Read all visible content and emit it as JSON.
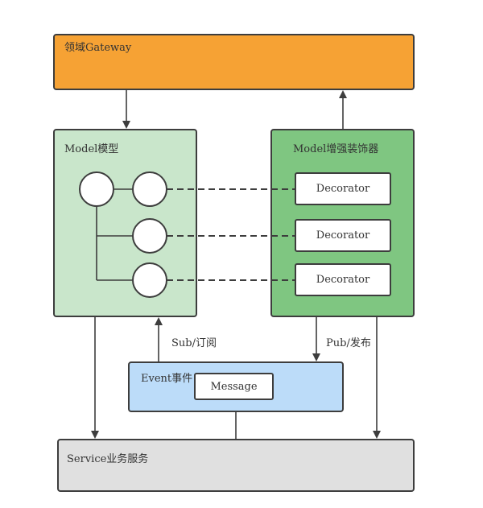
{
  "gateway": {
    "label": "领域Gateway",
    "color": "#f6a234"
  },
  "model": {
    "label": "Model模型",
    "color": "#c9e6cb"
  },
  "decorator_group": {
    "label": "Model增强装饰器",
    "color": "#7fc681",
    "items": [
      {
        "label": "Decorator"
      },
      {
        "label": "Decorator"
      },
      {
        "label": "Decorator"
      }
    ]
  },
  "event": {
    "label": "Event事件",
    "color": "#bcdcf9",
    "message_label": "Message"
  },
  "service": {
    "label": "Service业务服务",
    "color": "#e0e0e0"
  },
  "edges": {
    "sub_label": "Sub/订阅",
    "pub_label": "Pub/发布"
  }
}
